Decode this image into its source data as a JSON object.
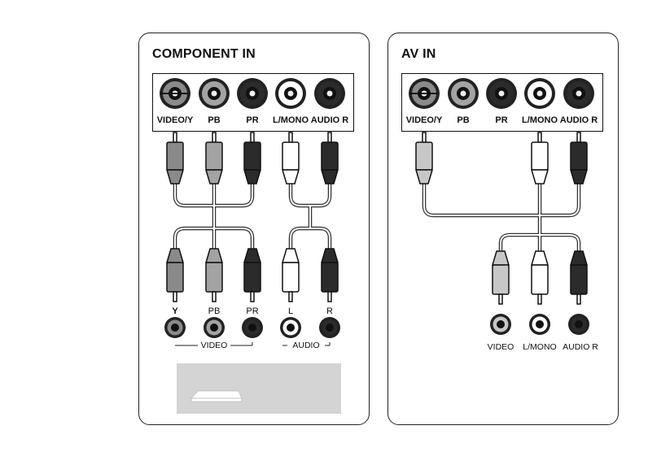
{
  "left_panel": {
    "title": "COMPONENT IN",
    "jack_labels": [
      "VIDEO/Y",
      "PB",
      "PR",
      "L/MONO",
      "AUDIO R"
    ],
    "device_jack_labels": [
      "Y",
      "PB",
      "PR",
      "L",
      "R"
    ],
    "group_labels": {
      "video": "VIDEO",
      "audio": "AUDIO"
    }
  },
  "right_panel": {
    "title": "AV IN",
    "jack_labels": [
      "VIDEO/Y",
      "PB",
      "PR",
      "L/MONO",
      "AUDIO R"
    ],
    "device_jack_labels": [
      "VIDEO",
      "L/MONO",
      "AUDIO R"
    ]
  },
  "colors": {
    "green": "#8a8a8a",
    "blue": "#a3a3a3",
    "red": "#2b2b2b",
    "white": "#ffffff",
    "yellow": "#c7c7c7",
    "device": "#d4d4d4"
  }
}
